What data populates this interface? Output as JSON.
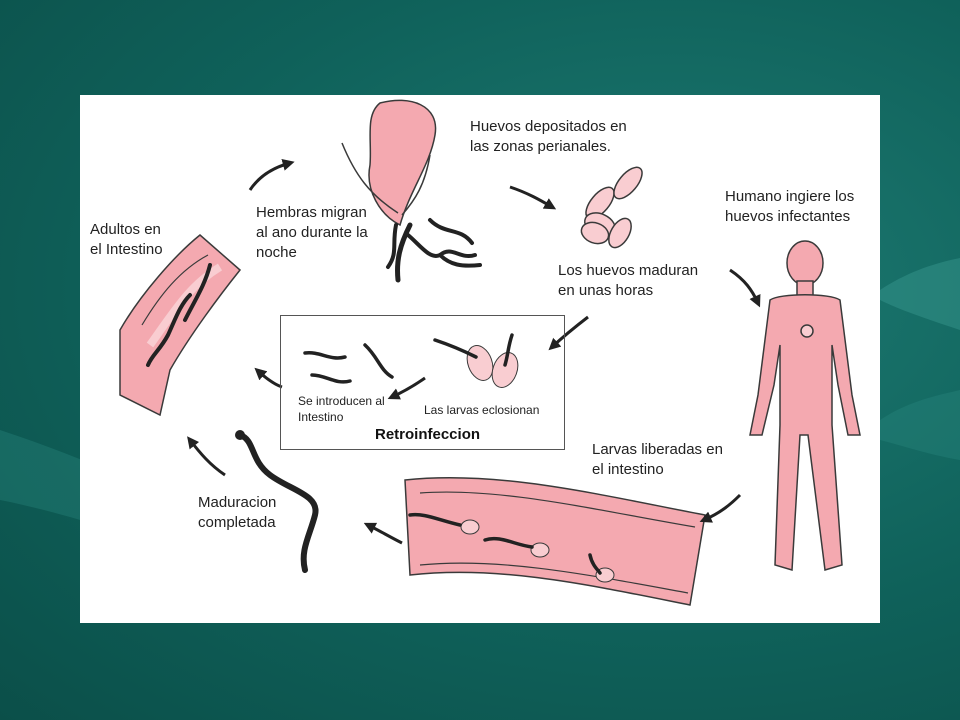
{
  "diagram": {
    "labels": {
      "huevos_depositados": [
        "Huevos depositados en",
        "las zonas perianales."
      ],
      "hembras_migran": [
        "Hembras migran",
        "al ano durante la",
        "noche"
      ],
      "humano_ingiere": [
        "Humano ingiere los",
        "huevos infectantes"
      ],
      "adultos": [
        "Adultos en",
        "el Intestino"
      ],
      "huevos_maduran": [
        "Los huevos maduran",
        "en unas horas"
      ],
      "se_introducen": [
        "Se introducen al",
        "Intestino"
      ],
      "larvas_eclosionan": "Las larvas eclosionan",
      "retroinfeccion": "Retroinfeccion",
      "larvas_liberadas": [
        "Larvas liberadas en",
        "el intestino"
      ],
      "maduracion": [
        "Maduracion",
        "completada"
      ]
    },
    "colors": {
      "tissue": "#f4a9b0",
      "tissue_light": "#f9cdd1",
      "outline": "#3a3a3a",
      "worm": "#333333",
      "background": "#0f615a"
    }
  }
}
